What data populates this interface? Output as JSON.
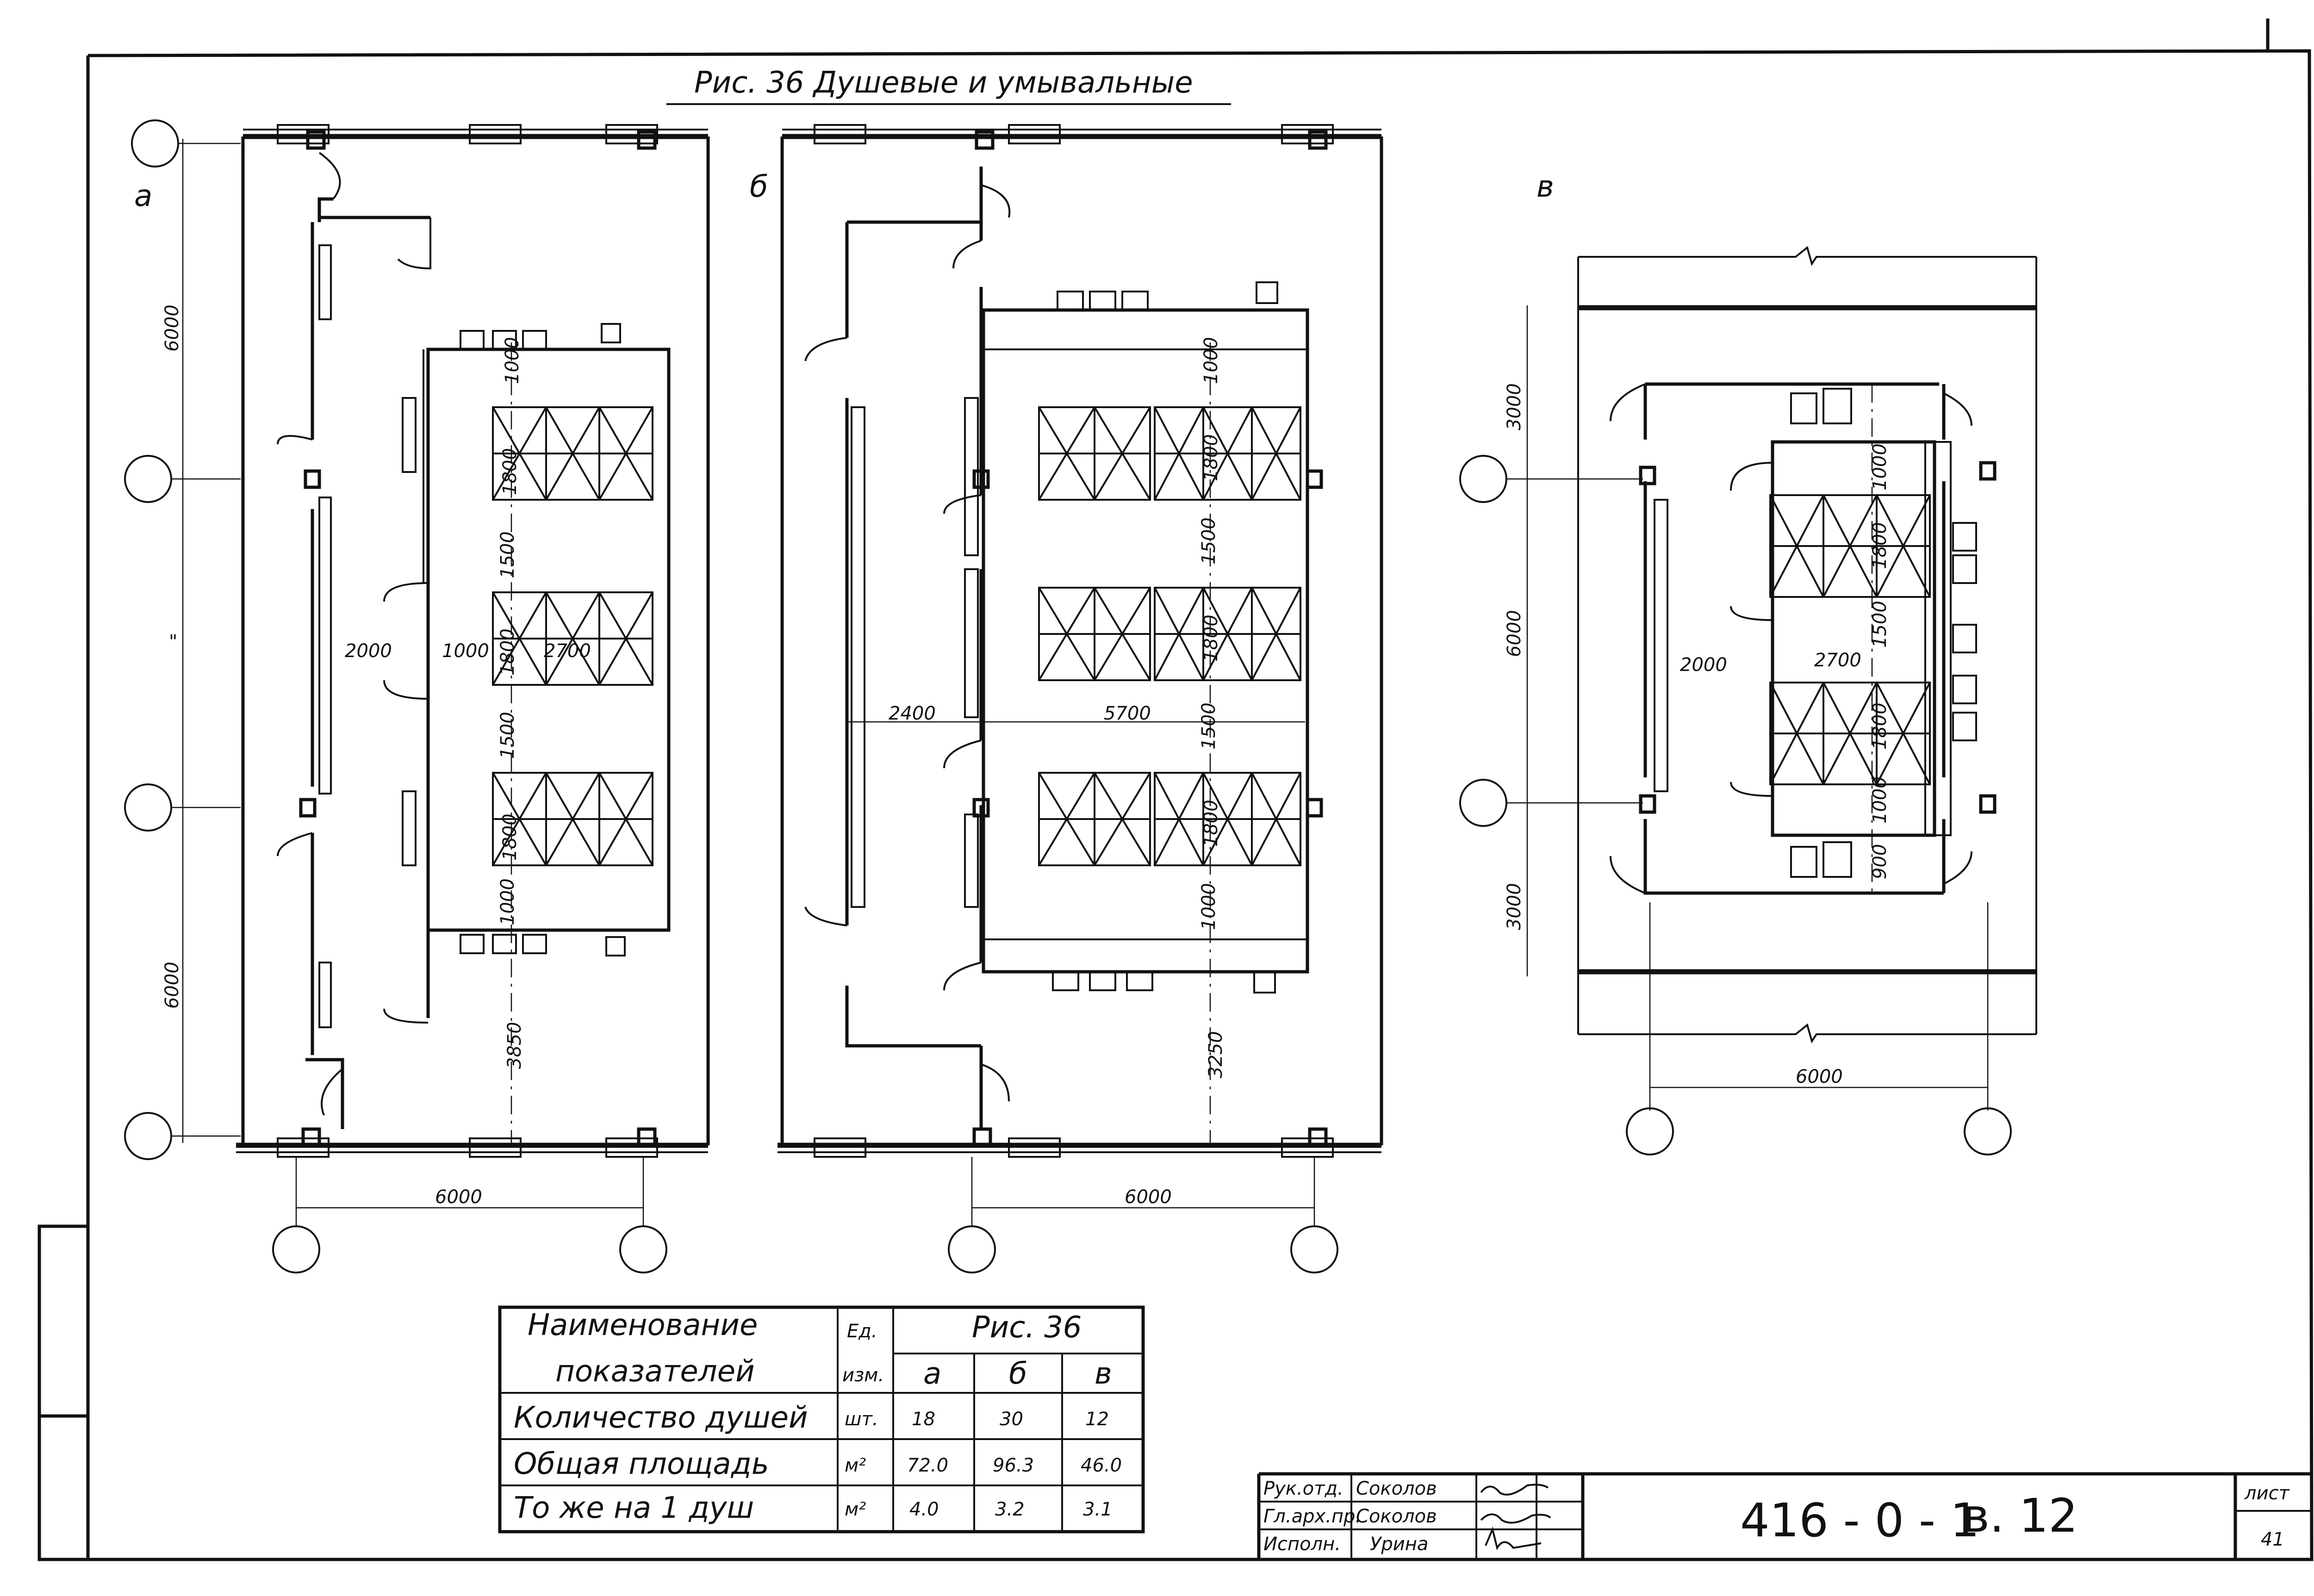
{
  "title": "Рис. 36 Душевые и умывальные",
  "variants": {
    "a": {
      "letter": "а",
      "dims": {
        "top": "6000",
        "middle": "\"",
        "bottom": "6000",
        "width_bottom": "6000",
        "w_left": "2000",
        "w_mid": "1000",
        "w_right": "2700",
        "d_1000_top": "1000",
        "d_1800_1": "1800",
        "d_1500_1": "1500",
        "d_1800_2": "1800",
        "d_1500_2": "1500",
        "d_1800_3": "1800",
        "d_1000_bottom": "1000",
        "d_3850": "3850"
      }
    },
    "b": {
      "letter": "б",
      "dims": {
        "width_bottom": "6000",
        "w_left": "2400",
        "w_right": "5700",
        "d_1000_top": "1000",
        "d_1800_1": "1800",
        "d_1500_1": "1500",
        "d_1800_2": "1800",
        "d_1500_2": "1500",
        "d_1800_3": "1800",
        "d_1000_bottom": "1000",
        "d_3250": "3250"
      }
    },
    "c": {
      "letter": "в",
      "dims": {
        "top": "3000",
        "middle": "6000",
        "bottom": "3000",
        "width_bottom": "6000",
        "w_left": "2000",
        "w_right": "2700",
        "d_1000_top": "1000",
        "d_1800_1": "1800",
        "d_1500": "1500",
        "d_1800_2": "1800",
        "d_1000_bottom": "1000",
        "d_900": "900"
      }
    }
  },
  "table": {
    "header": {
      "name_line1": "Наименование",
      "name_line2": "показателей",
      "unit_line1": "Ед.",
      "unit_line2": "изм.",
      "group": "Рис. 36",
      "col_a": "а",
      "col_b": "б",
      "col_c": "в"
    },
    "rows": [
      {
        "name": "Количество душей",
        "unit": "шт.",
        "a": "18",
        "b": "30",
        "c": "12"
      },
      {
        "name": "Общая площадь",
        "unit": "м²",
        "a": "72.0",
        "b": "96.3",
        "c": "46.0"
      },
      {
        "name": "То же на 1 душ",
        "unit": "м²",
        "a": "4.0",
        "b": "3.2",
        "c": "3.1"
      }
    ]
  },
  "stamp": {
    "rows": [
      {
        "role": "Рук.отд.",
        "name": "Соколов"
      },
      {
        "role": "Гл.арх.пр.",
        "name": "Соколов"
      },
      {
        "role": "Исполн.",
        "name": "Урина"
      }
    ],
    "code": "416 - 0 - 1",
    "volume": "в. 12",
    "sheet_label": "лист",
    "sheet_number": "41"
  }
}
